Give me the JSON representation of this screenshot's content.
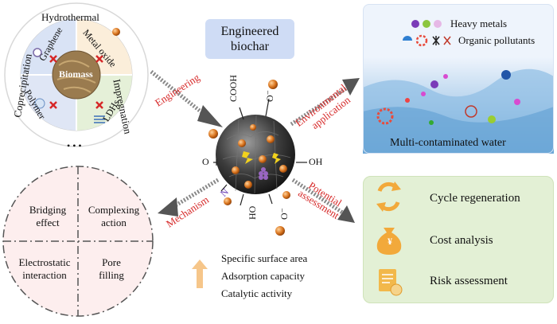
{
  "title": {
    "line1": "Engineered",
    "line2": "biochar"
  },
  "left_wheel": {
    "center": "Biomass",
    "outer_labels": [
      "Hydrothermal",
      "Impregnation",
      "Coprecipitation"
    ],
    "inner_labels": [
      "Graphene",
      "Metal oxide",
      "Polymer",
      "LDHs"
    ],
    "more": "• • •"
  },
  "arrows": {
    "engineering": "Engineering",
    "mechanism": "Mechanism",
    "environmental_application": [
      "Environmental",
      "application"
    ],
    "potential_assessment": [
      "Potential",
      "assessment"
    ]
  },
  "functional_groups": {
    "cooh": "COOH",
    "o_minus_top": "O⁻",
    "o_left": "O",
    "oh_right": "OH",
    "n_left": "N",
    "ho_bottom": "HO",
    "o_minus_bottom": "O⁻"
  },
  "mechanisms": [
    "Bridging effect",
    "Complexing action",
    "Electrostatic interaction",
    "Pore filling"
  ],
  "properties": [
    "Specific surface area",
    "Adsorption capacity",
    "Catalytic activity"
  ],
  "legend": {
    "heavy_metals": "Heavy metals",
    "organic_pollutants": "Organic pollutants"
  },
  "water_caption": "Multi-contaminated water",
  "assessment": [
    "Cycle regeneration",
    "Cost analysis",
    "Risk assessment"
  ],
  "currency_symbol": "¥",
  "colors": {
    "red": "#d62828",
    "blue_box": "#cfdcf5",
    "green_box": "#e3f0d5",
    "orange_icon": "#f2a93b"
  }
}
